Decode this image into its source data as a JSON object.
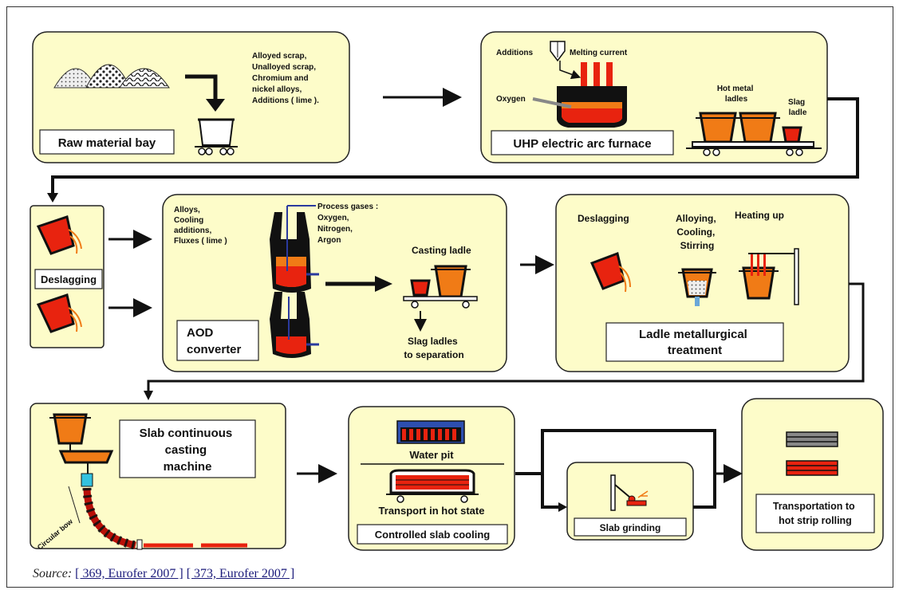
{
  "blocks": {
    "raw_material": {
      "title": "Raw material bay",
      "notes": [
        "Alloyed scrap,",
        "Unalloyed scrap,",
        "Chromium and",
        "nickel alloys,",
        "Additions ( lime )."
      ]
    },
    "eaf": {
      "title": "UHP electric arc furnace",
      "additions": "Additions",
      "melting_current": "Melting current",
      "oxygen": "Oxygen",
      "hot_metal_ladles": [
        "Hot metal",
        "ladles"
      ],
      "slag_ladle": [
        "Slag",
        "ladle"
      ]
    },
    "deslagging_left": {
      "title": "Deslagging"
    },
    "aod": {
      "title": [
        "AOD",
        "converter"
      ],
      "alloys": [
        "Alloys,",
        "Cooling",
        "additions,",
        "Fluxes ( lime )"
      ],
      "process_gases": [
        "Process gases :",
        "Oxygen,",
        "Nitrogen,",
        "Argon"
      ],
      "casting_ladle": "Casting ladle",
      "slag_ladles": [
        "Slag ladles",
        "to separation"
      ]
    },
    "ladle_treatment": {
      "title": [
        "Ladle metallurgical",
        "treatment"
      ],
      "deslagging": "Deslagging",
      "alloying": [
        "Alloying,",
        "Cooling,",
        "Stirring"
      ],
      "heating": "Heating up"
    },
    "slab_casting": {
      "title": [
        "Slab continuous",
        "casting",
        "machine"
      ],
      "circular_bow": "Circular bow"
    },
    "slab_cooling": {
      "water_pit": "Water pit",
      "transport": "Transport in hot state",
      "title": "Controlled slab cooling"
    },
    "slab_grinding": {
      "title": "Slab grinding"
    },
    "transport_hot_strip": {
      "title": [
        "Transportation to",
        "hot strip rolling"
      ]
    }
  },
  "colors": {
    "panel": "#fdfcc9",
    "molten": "#e8230f",
    "ladle_orange": "#f07b16",
    "dark": "#1a1a1a"
  },
  "source": {
    "prefix": "Source:",
    "refs": [
      "[ 369, Eurofer 2007 ]",
      "[ 373, Eurofer 2007 ]"
    ]
  }
}
